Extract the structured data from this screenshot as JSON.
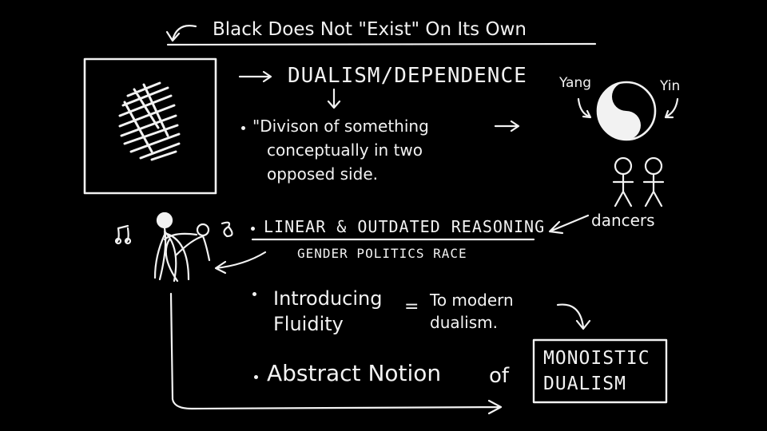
{
  "title": "Black Does Not \"Exist\" On Its Own",
  "heading": "DUALISM/DEPENDENCE",
  "definition": {
    "line1": "\"Divison of something",
    "line2": "conceptually in two",
    "line3": "opposed       side."
  },
  "yinyang": {
    "yang_label": "Yang",
    "yin_label": "Yin"
  },
  "dancers_label": "dancers",
  "linear_reasoning": "LINEAR & OUTDATED REASONING",
  "subtopics": "GENDER  POLITICS  RACE",
  "introducing": {
    "line1": "Introducing",
    "line2": "Fluidity",
    "equals": "=",
    "modern1": "To modern",
    "modern2": "dualism."
  },
  "abstract": {
    "text": "Abstract  Notion",
    "of": "of"
  },
  "monoistic": {
    "line1": "MONOISTIC",
    "line2": "DUALISM"
  },
  "music_notes": "♫",
  "colors": {
    "background": "#000000",
    "chalk": "#f2f2f2"
  }
}
